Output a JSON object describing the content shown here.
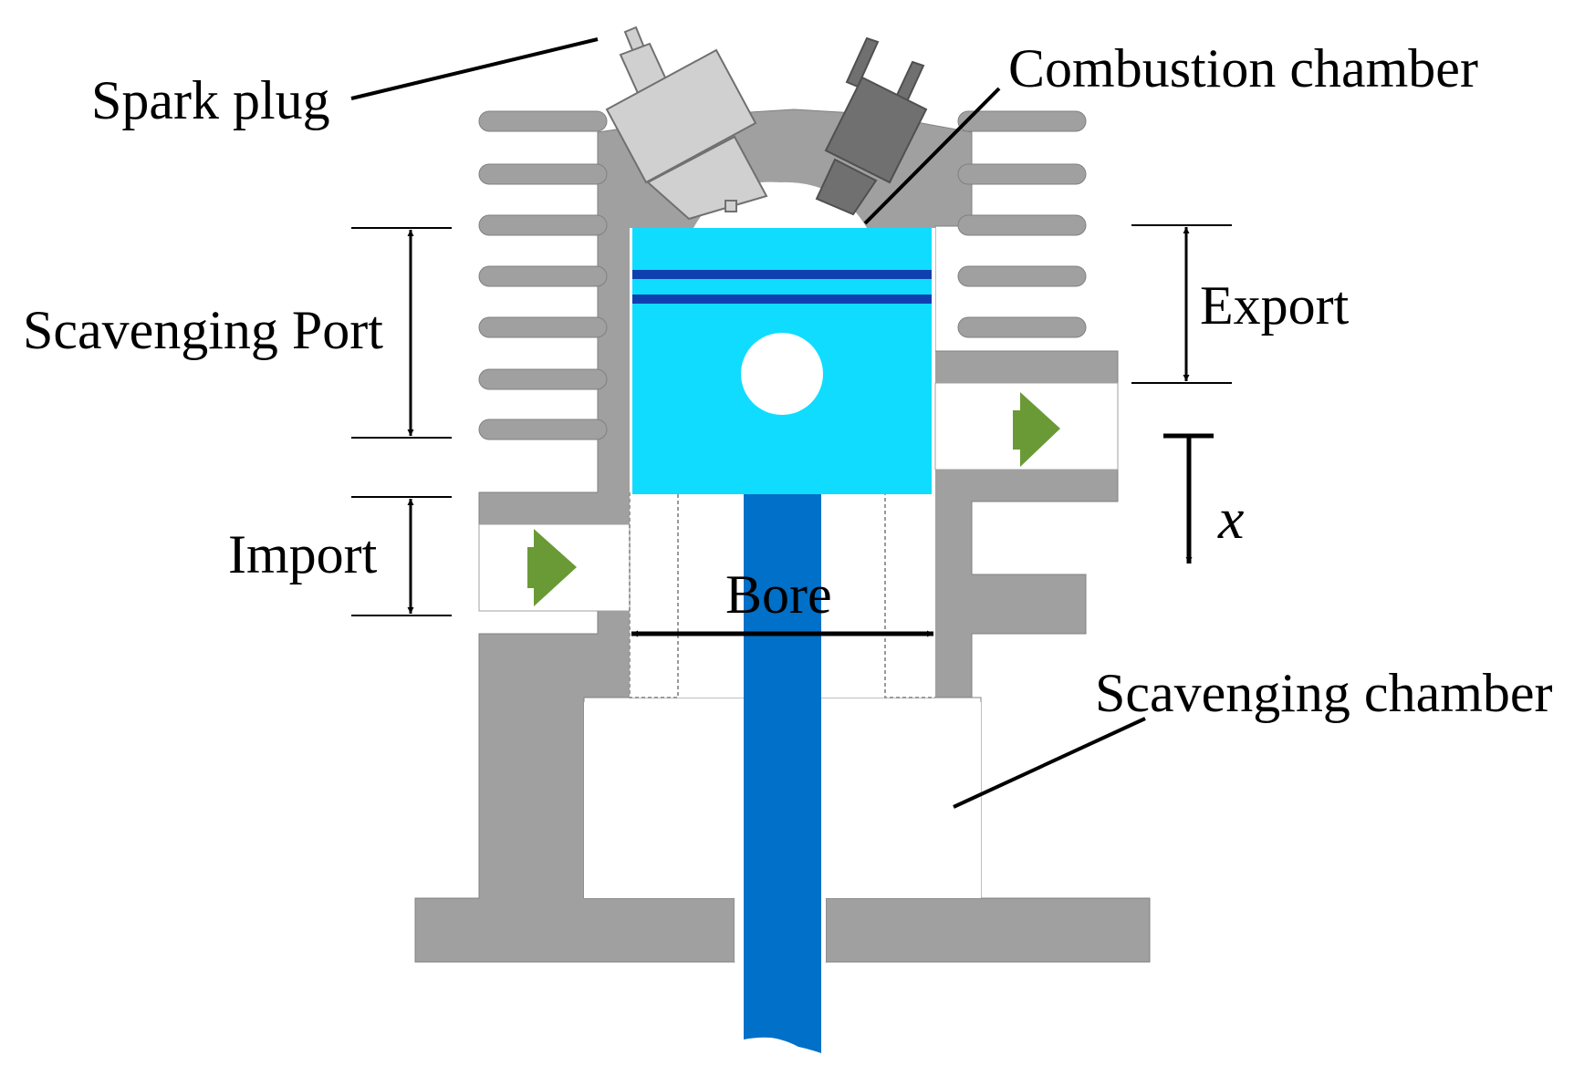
{
  "labels": {
    "spark_plug": "Spark plug",
    "combustion_chamber": "Combustion chamber",
    "scavenging_port": "Scavenging Port",
    "export": "Export",
    "import": "Import",
    "bore": "Bore",
    "x": "x",
    "scavenging_chamber": "Scavenging chamber"
  },
  "colors": {
    "cylinder_body": "#a0a0a0",
    "piston": "#10dcff",
    "piston_ring": "#1040b0",
    "connecting_rod": "#0070c8",
    "flow_arrow": "#6a9a36",
    "spark_plug": "#d0d0d0",
    "injector": "#707070",
    "leader_line": "#000000"
  }
}
